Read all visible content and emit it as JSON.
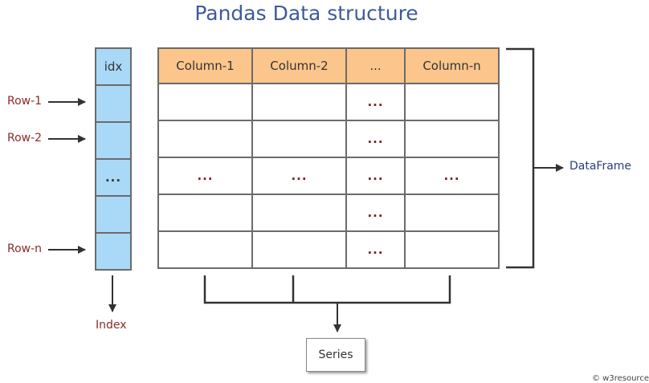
{
  "title": "Pandas Data structure",
  "index_column": {
    "header": "idx",
    "cells": [
      "",
      "",
      "...",
      "",
      ""
    ]
  },
  "dataframe": {
    "headers": [
      "Column-1",
      "Column-2",
      "...",
      "Column-n"
    ],
    "rows": [
      [
        "",
        "",
        "...",
        ""
      ],
      [
        "",
        "",
        "...",
        ""
      ],
      [
        "...",
        "...",
        "...",
        "..."
      ],
      [
        "",
        "",
        "...",
        ""
      ],
      [
        "",
        "",
        "...",
        ""
      ]
    ]
  },
  "row_labels": [
    "Row-1",
    "Row-2",
    "Row-n"
  ],
  "labels": {
    "index": "Index",
    "dataframe": "DataFrame",
    "series": "Series"
  },
  "credit": "© w3resource",
  "colors": {
    "index_fill": "#a9d9f7",
    "header_fill": "#fcc58c",
    "title": "#3f5a9a",
    "label": "#8b2a2a"
  }
}
